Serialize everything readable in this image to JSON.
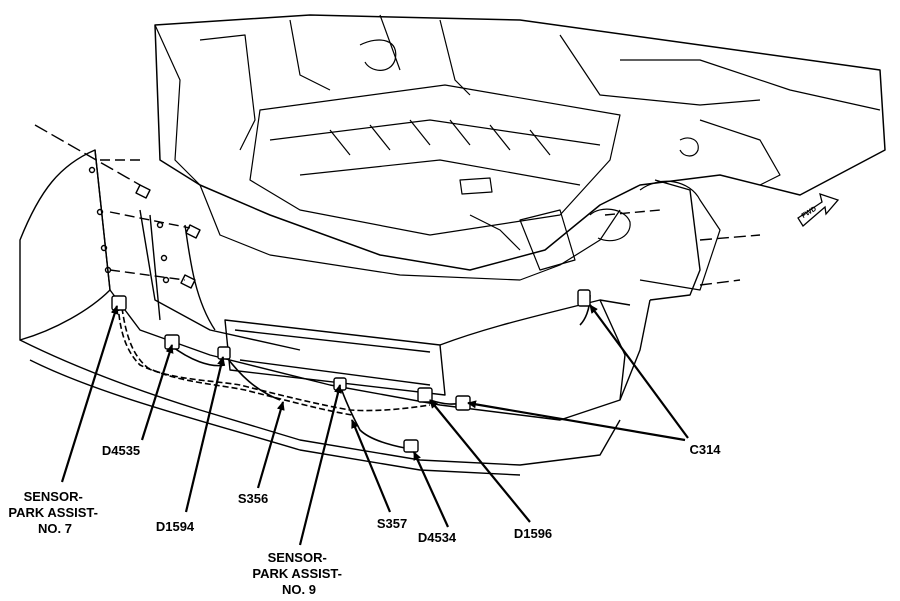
{
  "labels": {
    "sensor_7": [
      "SENSOR-",
      "PARK ASSIST-",
      "NO. 7"
    ],
    "d4535": "D4535",
    "d1594": "D1594",
    "s356": "S356",
    "sensor_9": [
      "SENSOR-",
      "PARK ASSIST-",
      "NO. 9"
    ],
    "s357": "S357",
    "d4534": "D4534",
    "d1596": "D1596",
    "c314": "C314",
    "fwd": "FWD"
  },
  "colors": {
    "line": "#000000",
    "background": "#ffffff"
  }
}
